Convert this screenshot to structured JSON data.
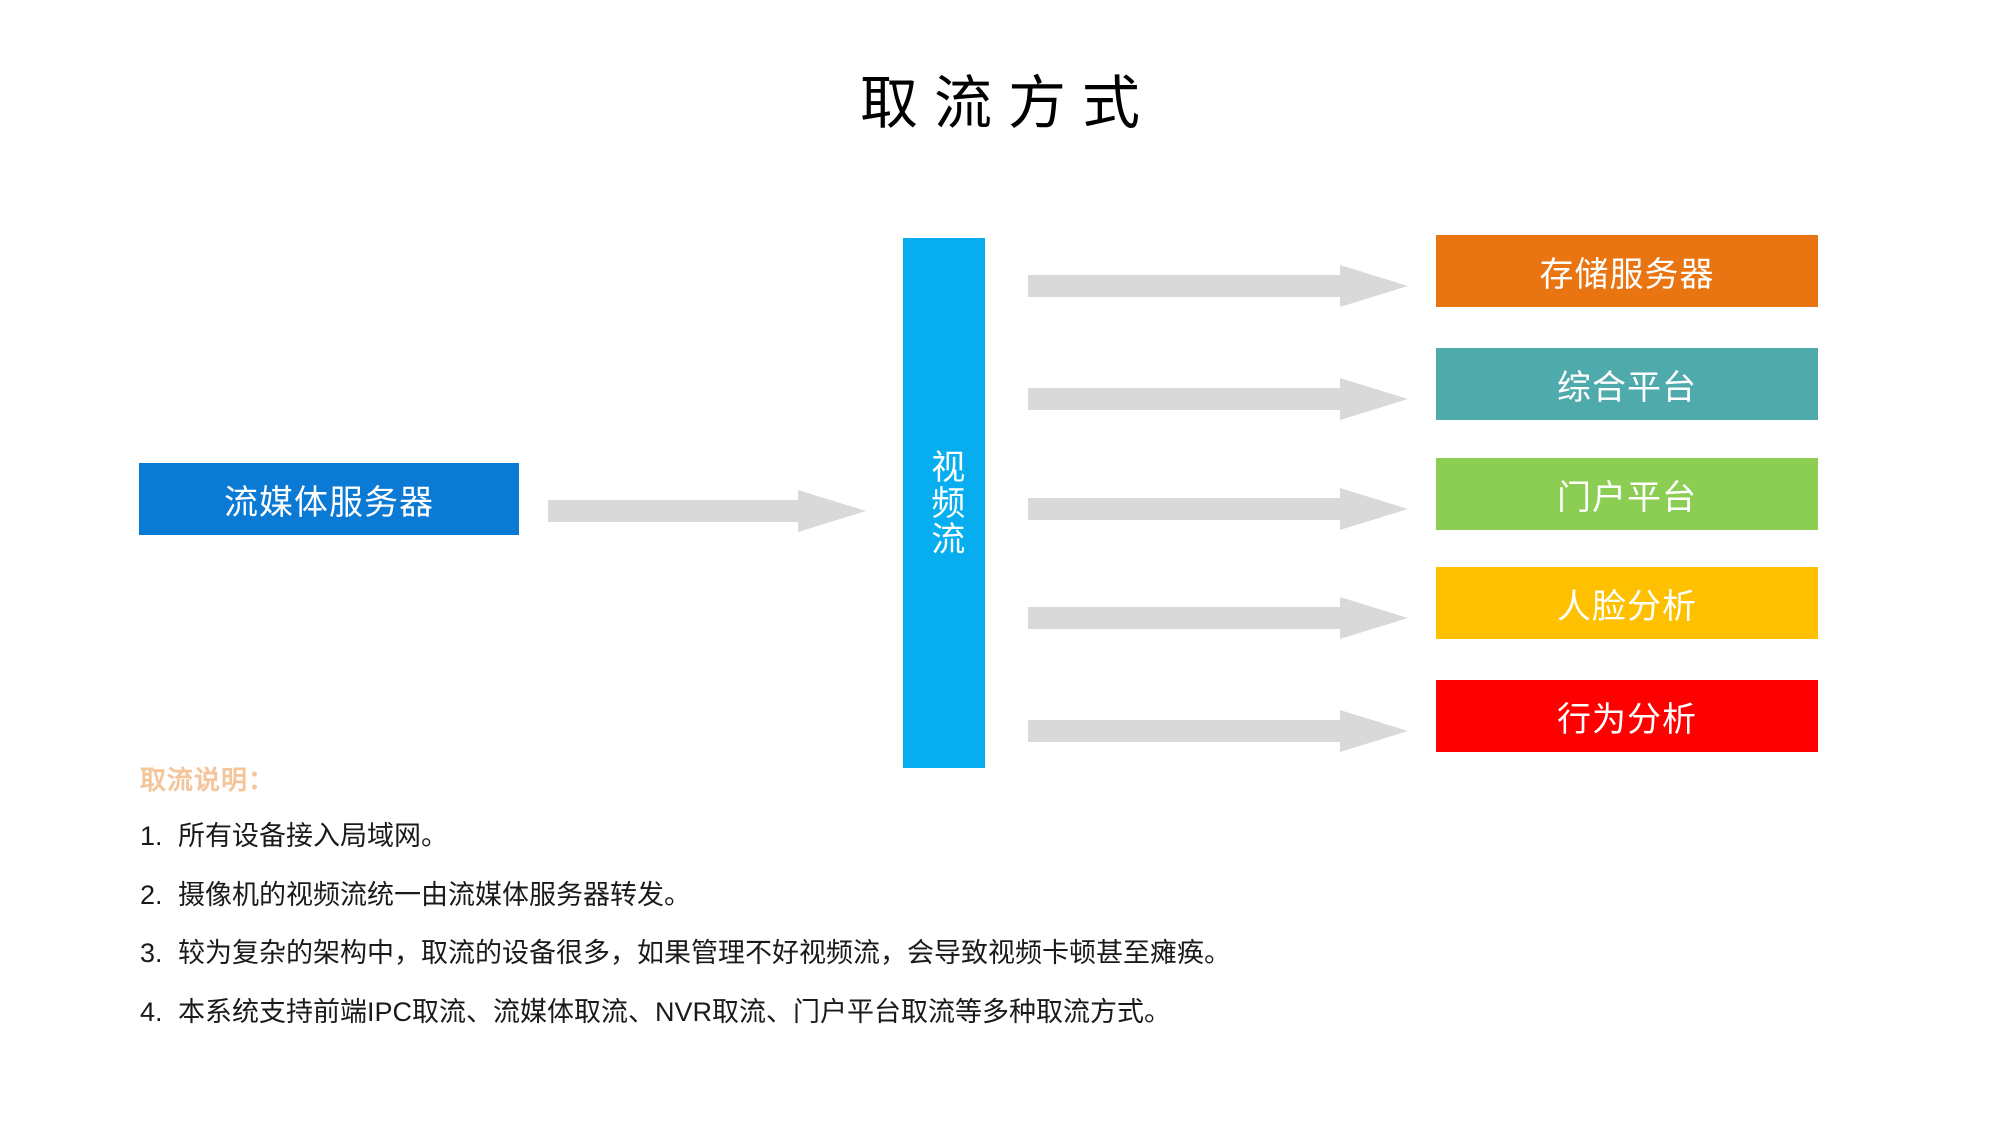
{
  "title": "取流方式",
  "colors": {
    "source": "#0B7AD4",
    "stream": "#06AEEF",
    "arrow": "#D9D9D9",
    "dest_storage": "#E87511",
    "dest_platform": "#4FAAAC",
    "dest_portal": "#8CCE54",
    "dest_face": "#FFC000",
    "dest_behavior": "#FF0000",
    "notes_heading": "#F4C49A",
    "text_on_fill": "#FFFFFF",
    "body_text": "#1A1A1A",
    "background": "#FFFFFF"
  },
  "diagram": {
    "source": {
      "label": "流媒体服务器"
    },
    "hub": {
      "label": "视频流"
    },
    "destinations": [
      {
        "label": "存储服务器",
        "color": "#E87511"
      },
      {
        "label": "综合平台",
        "color": "#4FAAAC"
      },
      {
        "label": "门户平台",
        "color": "#8CCE54"
      },
      {
        "label": "人脸分析",
        "color": "#FFC000"
      },
      {
        "label": "行为分析",
        "color": "#FF0000"
      }
    ],
    "arrows": {
      "main_icon": "right-block-arrow-icon",
      "fan_icon": "right-block-arrow-icon",
      "count": 6
    }
  },
  "notes": {
    "heading": "取流说明：",
    "items": [
      {
        "num": "1.",
        "text": "所有设备接入局域网。"
      },
      {
        "num": "2.",
        "text": "摄像机的视频流统一由流媒体服务器转发。"
      },
      {
        "num": "3.",
        "text": "较为复杂的架构中，取流的设备很多，如果管理不好视频流，会导致视频卡顿甚至瘫痪。"
      },
      {
        "num": "4.",
        "text": "本系统支持前端IPC取流、流媒体取流、NVR取流、门户平台取流等多种取流方式。"
      }
    ]
  }
}
